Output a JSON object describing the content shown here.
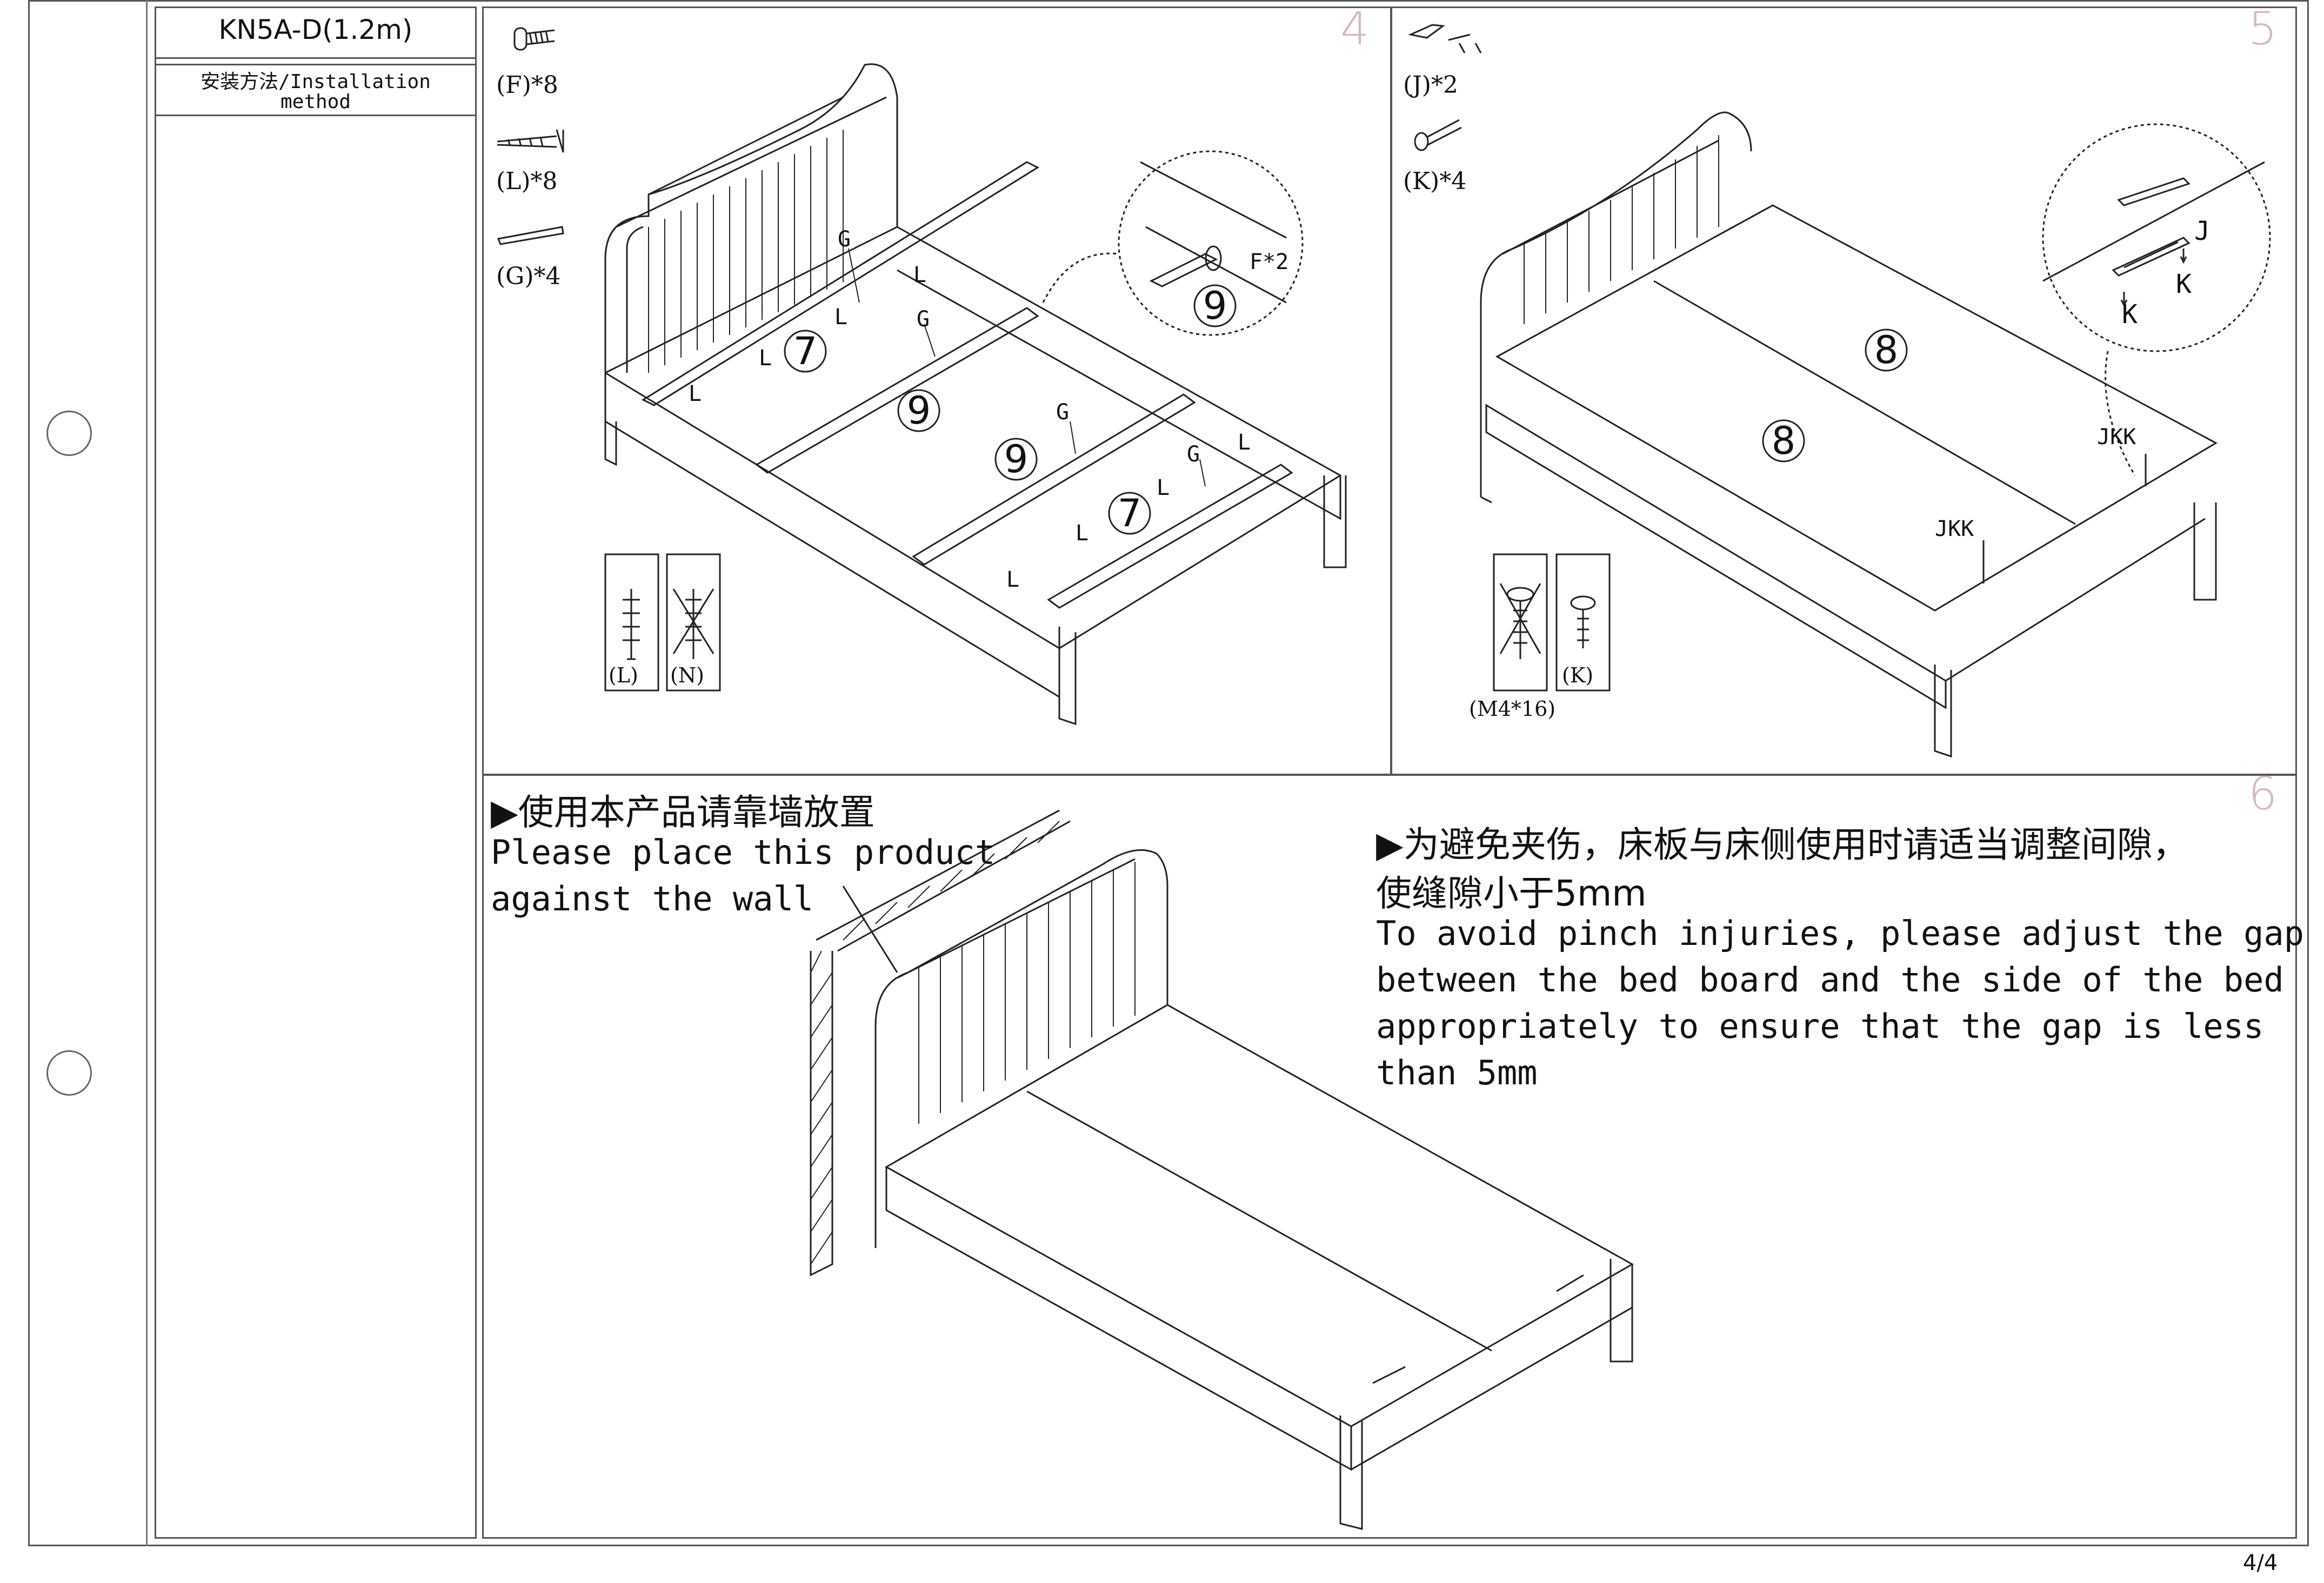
{
  "header": {
    "model": "KN5A-D(1.2m)",
    "section_title": "安装方法/Installation",
    "section_title_2": "method"
  },
  "step4": {
    "number": "4",
    "parts": [
      {
        "id": "F",
        "label": "(F)*8",
        "icon": "bolt-icon"
      },
      {
        "id": "L",
        "label": "(L)*8",
        "icon": "screw-icon"
      },
      {
        "id": "G",
        "label": "(G)*4",
        "icon": "bracket-icon"
      }
    ],
    "callouts": [
      "G",
      "L",
      "L",
      "G",
      "L",
      "L",
      "G",
      "G",
      "L",
      "L",
      "L",
      "L"
    ],
    "slat_numbers": [
      "7",
      "9",
      "9",
      "7"
    ],
    "zoom_label": "F*2",
    "zoom_number": "9",
    "screw_box": [
      "(L)",
      "(N)"
    ]
  },
  "step5": {
    "number": "5",
    "parts": [
      {
        "id": "J",
        "label": "(J)*2",
        "icon": "clip-icon"
      },
      {
        "id": "K",
        "label": "(K)*4",
        "icon": "screw-icon"
      }
    ],
    "board_numbers": [
      "8",
      "8"
    ],
    "jkk_labels": [
      "JKK",
      "JKK"
    ],
    "zoom_labels": {
      "j": "J",
      "k1": "K",
      "k2": "K"
    },
    "screw_box": [
      "(K)"
    ],
    "screw_note": "(M4*16)"
  },
  "step6": {
    "number": "6",
    "wall_cn": "▶使用本产品请靠墙放置",
    "wall_en_1": "Please place this product",
    "wall_en_2": "against the wall",
    "gap_cn_1": "▶为避免夹伤，床板与床侧使用时请适当调整间隙，",
    "gap_cn_2": "使缝隙小于5mm",
    "gap_en_1": "To avoid pinch injuries, please adjust the gap",
    "gap_en_2": "between the bed board and the side of the bed",
    "gap_en_3": "appropriately to ensure that the gap is less",
    "gap_en_4": "than 5mm"
  },
  "footer": {
    "page": "4/4"
  }
}
